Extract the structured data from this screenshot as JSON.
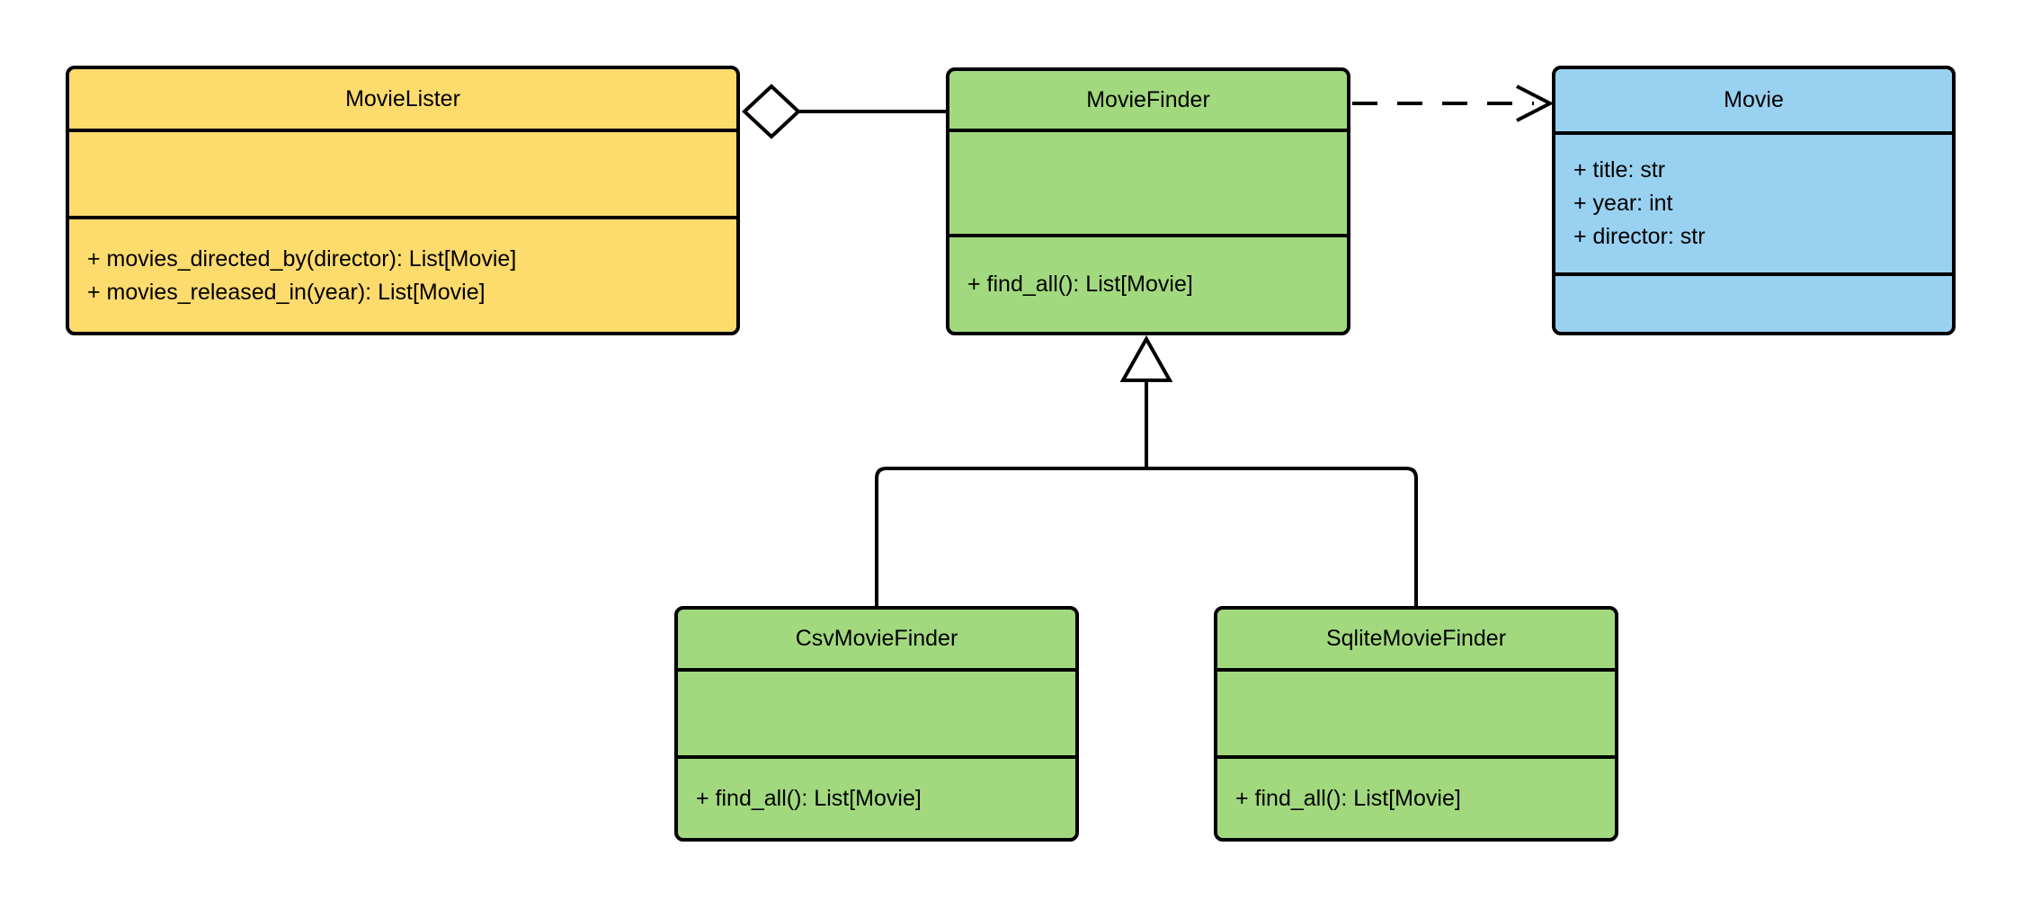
{
  "diagram": {
    "kind": "uml-class-diagram",
    "background_color": "#FFFFFF",
    "line_color": "#000000",
    "text_color": "#000000"
  },
  "classes": [
    {
      "name": "MovieLister",
      "fill": "#FDDB6D",
      "attributes": [],
      "methods": [
        "+ movies_directed_by(director): List[Movie]",
        "+ movies_released_in(year): List[Movie]"
      ]
    },
    {
      "name": "MovieFinder",
      "fill": "#A2D97E",
      "attributes": [],
      "methods": [
        "+ find_all(): List[Movie]"
      ]
    },
    {
      "name": "Movie",
      "fill": "#99D1F1",
      "attributes": [
        "+ title: str",
        "+ year: int",
        "+ director: str"
      ],
      "methods": []
    },
    {
      "name": "CsvMovieFinder",
      "fill": "#A2D97E",
      "attributes": [],
      "methods": [
        "+ find_all(): List[Movie]"
      ]
    },
    {
      "name": "SqliteMovieFinder",
      "fill": "#A2D97E",
      "attributes": [],
      "methods": [
        "+ find_all(): List[Movie]"
      ]
    }
  ],
  "relationships": [
    {
      "type": "aggregation",
      "from": "MovieLister",
      "to": "MovieFinder",
      "marker": "open-diamond-at-source",
      "line": "solid"
    },
    {
      "type": "dependency",
      "from": "MovieFinder",
      "to": "Movie",
      "marker": "open-arrow-at-target",
      "line": "dashed"
    },
    {
      "type": "generalization",
      "from": "CsvMovieFinder",
      "to": "MovieFinder",
      "marker": "hollow-triangle-at-target",
      "line": "solid"
    },
    {
      "type": "generalization",
      "from": "SqliteMovieFinder",
      "to": "MovieFinder",
      "marker": "hollow-triangle-at-target",
      "line": "solid"
    }
  ]
}
